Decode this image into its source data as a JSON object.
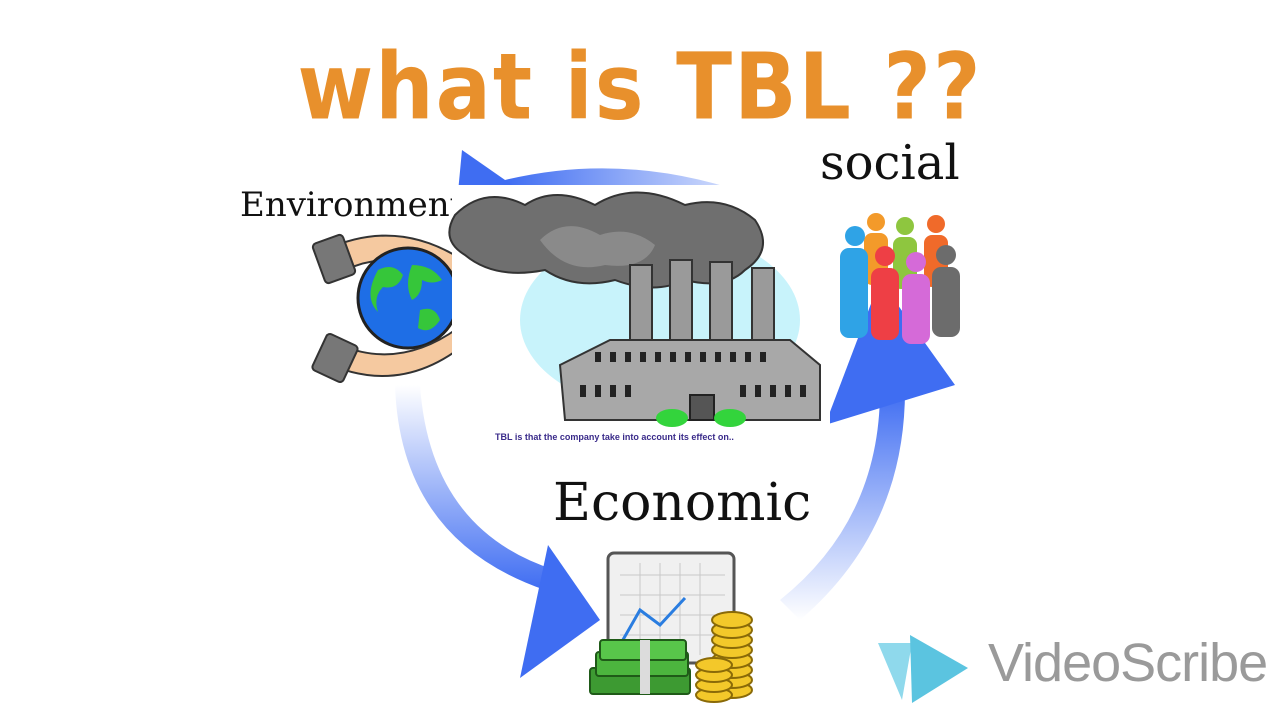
{
  "title": "what is TBL ??",
  "labels": {
    "environment": "Environment",
    "social": "social",
    "economic": "Economic"
  },
  "caption": "TBL is that the company take into account its effect on..",
  "brand": "VideoScribe",
  "colors": {
    "title": "#e8902c",
    "arrow": "#3f6df2",
    "brand": "#9a9a9a",
    "brand_mark": "#5bc4e0"
  },
  "icons": [
    "globe-in-hands-icon",
    "factory-icon",
    "people-group-icon",
    "chart-and-money-icon",
    "videoscribe-logo-icon"
  ]
}
